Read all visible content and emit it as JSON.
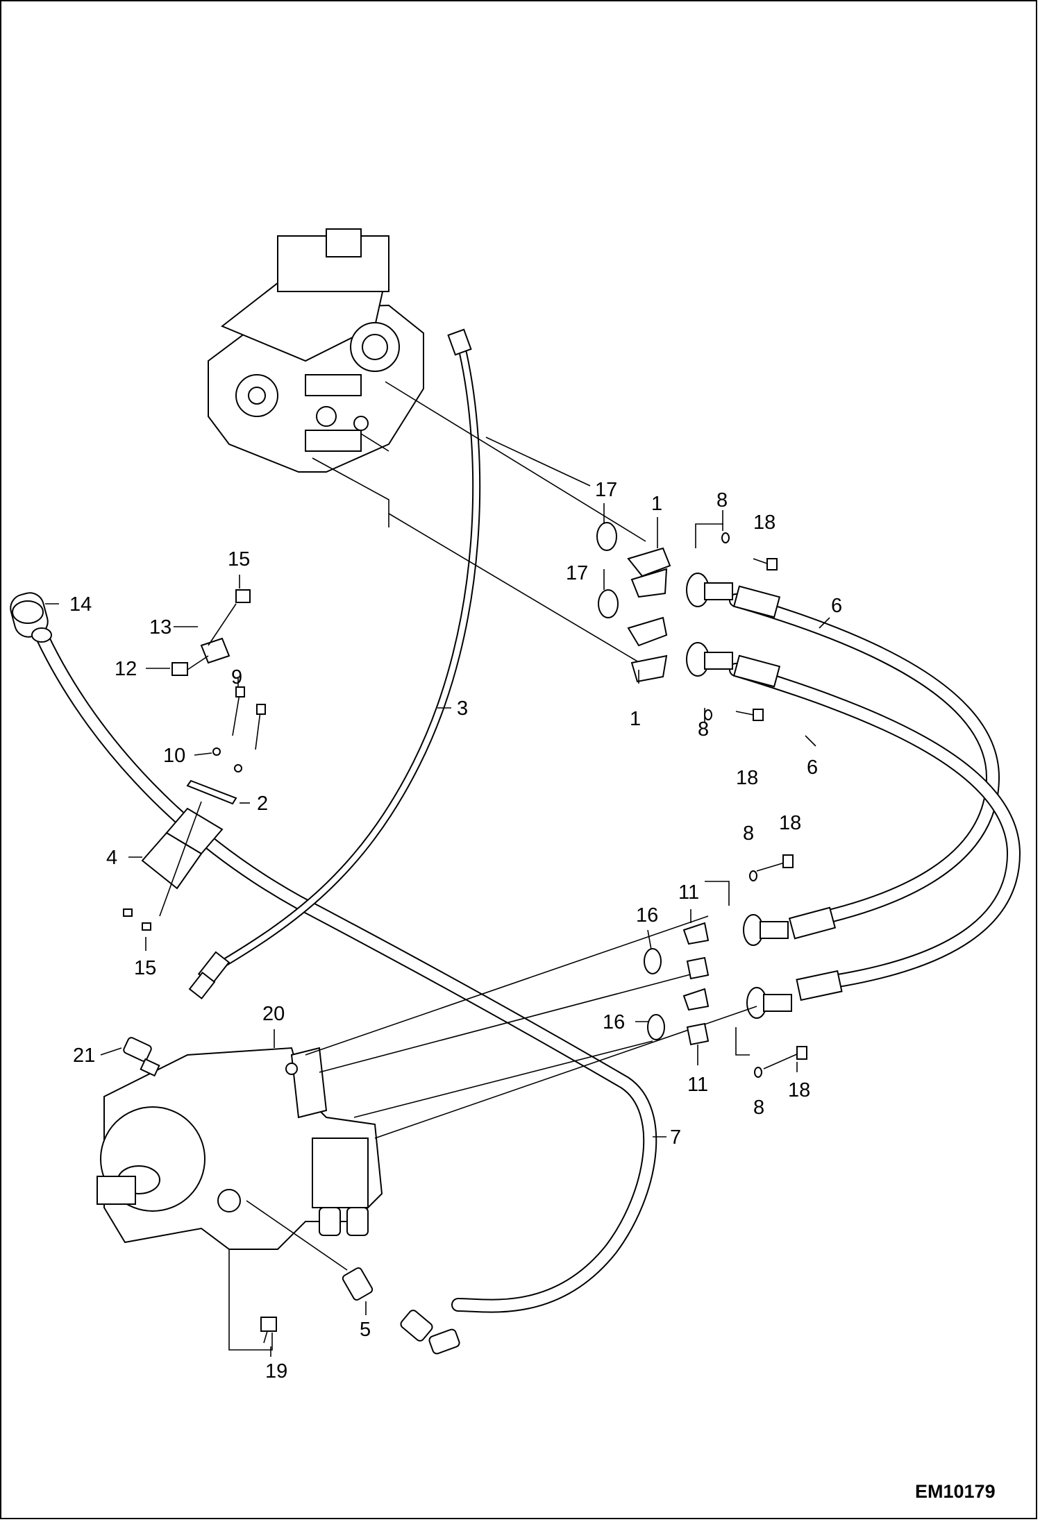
{
  "figure": {
    "code": "EM10179"
  },
  "callouts": [
    {
      "id": "c17a",
      "text": "17"
    },
    {
      "id": "c1a",
      "text": "1"
    },
    {
      "id": "c8a",
      "text": "8"
    },
    {
      "id": "c18a",
      "text": "18"
    },
    {
      "id": "c17b",
      "text": "17"
    },
    {
      "id": "c6a",
      "text": "6"
    },
    {
      "id": "c15a",
      "text": "15"
    },
    {
      "id": "c14",
      "text": "14"
    },
    {
      "id": "c13",
      "text": "13"
    },
    {
      "id": "c12",
      "text": "12"
    },
    {
      "id": "c9",
      "text": "9"
    },
    {
      "id": "c3",
      "text": "3"
    },
    {
      "id": "c1b",
      "text": "1"
    },
    {
      "id": "c8b",
      "text": "8"
    },
    {
      "id": "c18b",
      "text": "18"
    },
    {
      "id": "c6b",
      "text": "6"
    },
    {
      "id": "c10",
      "text": "10"
    },
    {
      "id": "c2",
      "text": "2"
    },
    {
      "id": "c8c",
      "text": "8"
    },
    {
      "id": "c18c",
      "text": "18"
    },
    {
      "id": "c4",
      "text": "4"
    },
    {
      "id": "c11a",
      "text": "11"
    },
    {
      "id": "c16a",
      "text": "16"
    },
    {
      "id": "c15b",
      "text": "15"
    },
    {
      "id": "c20",
      "text": "20"
    },
    {
      "id": "c16b",
      "text": "16"
    },
    {
      "id": "c21",
      "text": "21"
    },
    {
      "id": "c11b",
      "text": "11"
    },
    {
      "id": "c18d",
      "text": "18"
    },
    {
      "id": "c8d",
      "text": "8"
    },
    {
      "id": "c7",
      "text": "7"
    },
    {
      "id": "c5",
      "text": "5"
    },
    {
      "id": "c19",
      "text": "19"
    }
  ]
}
